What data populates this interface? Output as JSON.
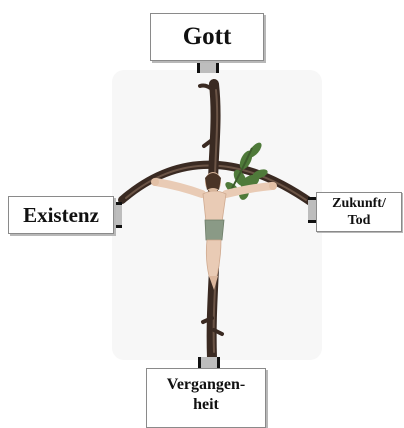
{
  "labels": {
    "top": "Gott",
    "left": "Existenz",
    "right_line1": "Zukunft/",
    "right_line2": "Tod",
    "bottom_line1": "Vergangen-",
    "bottom_line2": "heit"
  },
  "colors": {
    "wood": "#3a2a22",
    "skin": "#e9cbb5",
    "loincloth": "#8a9a86",
    "leaves": "#4f7a3a",
    "box_border": "#8a8a8a"
  }
}
